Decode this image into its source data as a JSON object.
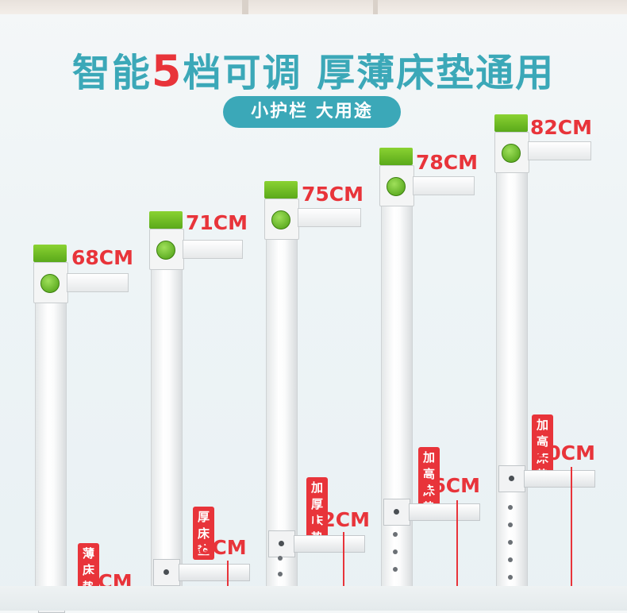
{
  "title": {
    "part1": "智能",
    "highlight": "5",
    "part2": "档可调 厚薄床垫通用"
  },
  "subtitle": "小护栏 大用途",
  "rails": [
    {
      "height_label": "68CM",
      "mattress_tag": "薄床垫",
      "mattress_label": "5CM"
    },
    {
      "height_label": "71CM",
      "mattress_tag": "厚床垫",
      "mattress_label": "8CM"
    },
    {
      "height_label": "75CM",
      "mattress_tag": "加厚床垫",
      "mattress_label": "12CM"
    },
    {
      "height_label": "78CM",
      "mattress_tag": "加高床垫",
      "mattress_label": "16CM"
    },
    {
      "height_label": "82CM",
      "mattress_tag": "加高床垫",
      "mattress_label": "20CM"
    }
  ],
  "colors": {
    "accent": "#3ba8b8",
    "highlight": "#e8343a",
    "cap_green": "#6cbf22"
  }
}
